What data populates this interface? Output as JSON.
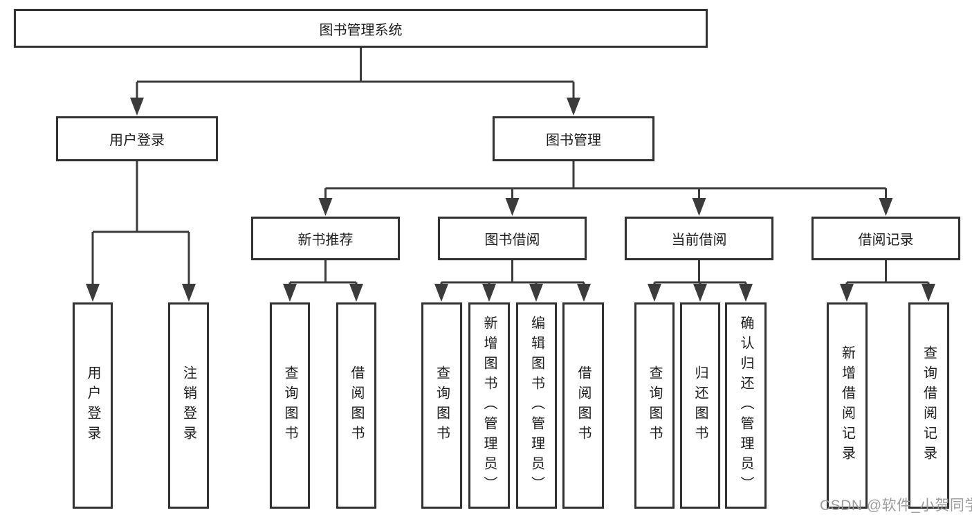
{
  "diagram": {
    "title": "图书管理系统",
    "watermark": "CSDN @软件_小贺同学",
    "colors": {
      "background": "#ffffff",
      "box_border": "#323232",
      "connector_line": "#3b3b3b",
      "text": "#1e1e1e",
      "watermark_text": "#989898"
    },
    "nodes": {
      "root": {
        "label": "图书管理系统"
      },
      "user_login": {
        "label": "用户登录"
      },
      "book_mgmt": {
        "label": "图书管理"
      },
      "new_book_rec": {
        "label": "新书推荐"
      },
      "book_borrow": {
        "label": "图书借阅"
      },
      "current_borrow": {
        "label": "当前借阅"
      },
      "borrow_records": {
        "label": "借阅记录"
      },
      "leaf_user_login": {
        "label": "用户登录"
      },
      "leaf_logout": {
        "label": "注销登录"
      },
      "leaf_query_books_1": {
        "label": "查询图书"
      },
      "leaf_borrow_books_1": {
        "label": "借阅图书"
      },
      "leaf_query_books_2": {
        "label": "查询图书"
      },
      "leaf_add_books": {
        "label": "新增图书（管理员）"
      },
      "leaf_edit_books": {
        "label": "编辑图书（管理员）"
      },
      "leaf_borrow_books_2": {
        "label": "借阅图书"
      },
      "leaf_query_books_3": {
        "label": "查询图书"
      },
      "leaf_return_books": {
        "label": "归还图书"
      },
      "leaf_confirm_return": {
        "label": "确认归还（管理员）"
      },
      "leaf_add_record": {
        "label": "新增借阅记录"
      },
      "leaf_query_record": {
        "label": "查询借阅记录"
      }
    },
    "edges": [
      {
        "from": "root",
        "to": [
          "user_login",
          "book_mgmt"
        ]
      },
      {
        "from": "user_login",
        "to": [
          "leaf_user_login",
          "leaf_logout"
        ]
      },
      {
        "from": "book_mgmt",
        "to": [
          "new_book_rec",
          "book_borrow",
          "current_borrow",
          "borrow_records"
        ]
      },
      {
        "from": "new_book_rec",
        "to": [
          "leaf_query_books_1",
          "leaf_borrow_books_1"
        ]
      },
      {
        "from": "book_borrow",
        "to": [
          "leaf_query_books_2",
          "leaf_add_books",
          "leaf_edit_books",
          "leaf_borrow_books_2"
        ]
      },
      {
        "from": "current_borrow",
        "to": [
          "leaf_query_books_3",
          "leaf_return_books",
          "leaf_confirm_return"
        ]
      },
      {
        "from": "borrow_records",
        "to": [
          "leaf_add_record",
          "leaf_query_record"
        ]
      }
    ]
  }
}
